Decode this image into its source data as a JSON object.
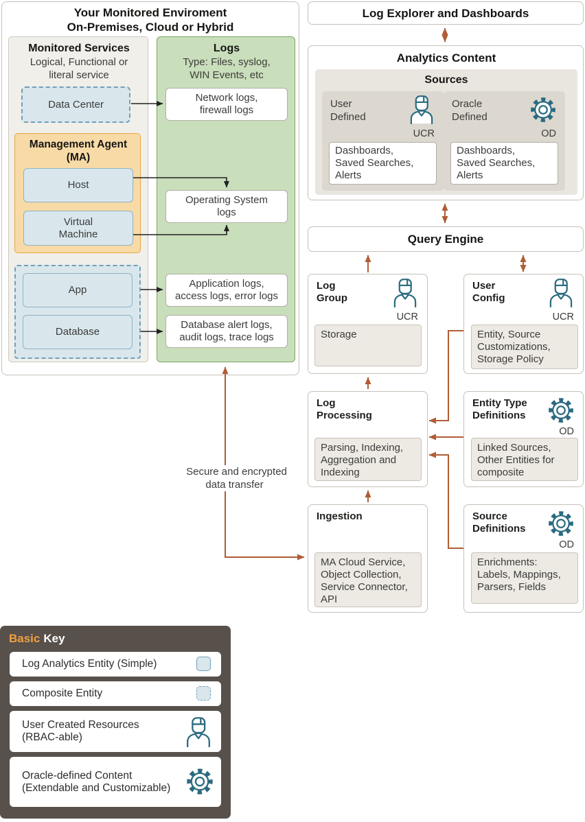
{
  "monitored_env": {
    "title": "Your Monitored Enviroment\nOn-Premises, Cloud or Hybrid",
    "monitored_services": {
      "heading": "Monitored Services",
      "subheading": "Logical, Functional or\nliteral service",
      "data_center_label": "Data Center",
      "management_agent": {
        "heading": "Management Agent\n(MA)",
        "host_label": "Host",
        "vm_label": "Virtual\nMachine"
      },
      "app_label": "App",
      "database_label": "Database"
    },
    "logs": {
      "heading": "Logs",
      "subheading": "Type: Files, syslog,\nWIN Events, etc",
      "network_logs_label": "Network logs,\nfirewall logs",
      "os_logs_label": "Operating System\nlogs",
      "app_logs_label": "Application logs,\naccess logs, error logs",
      "db_logs_label": "Database alert logs,\naudit logs, trace logs"
    }
  },
  "secure_transfer_label": "Secure and encrypted\ndata transfer",
  "log_explorer": {
    "title": "Log Explorer and Dashboards"
  },
  "analytics_content": {
    "title": "Analytics Content",
    "sources": {
      "heading": "Sources",
      "user_defined": {
        "heading": "User\nDefined",
        "badge": "UCR",
        "content": "Dashboards,\nSaved Searches,\nAlerts"
      },
      "oracle_defined": {
        "heading": "Oracle\nDefined",
        "badge": "OD",
        "content": "Dashboards,\nSaved Searches,\nAlerts"
      }
    }
  },
  "query_engine": {
    "title": "Query Engine"
  },
  "log_group": {
    "heading": "Log\nGroup",
    "badge": "UCR",
    "content": "Storage"
  },
  "user_config": {
    "heading": "User\nConfig",
    "badge": "UCR",
    "content": "Entity, Source\nCustomizations,\nStorage Policy"
  },
  "log_processing": {
    "heading": "Log\nProcessing",
    "content": "Parsing, Indexing,\nAggregation and\nIndexing"
  },
  "entity_type_definitions": {
    "heading": "Entity Type\nDefinitions",
    "badge": "OD",
    "content": "Linked Sources,\nOther Entities for\ncomposite"
  },
  "ingestion": {
    "heading": "Ingestion",
    "content": "MA Cloud Service,\nObject Collection,\nService Connector,\nAPI"
  },
  "source_definitions": {
    "heading": "Source\nDefinitions",
    "badge": "OD",
    "content": "Enrichments:\nLabels, Mappings,\nParsers, Fields"
  },
  "basic_key": {
    "heading_accent": "Basic",
    "heading_rest": "Key",
    "rows": [
      {
        "label": "Log Analytics Entity (Simple)"
      },
      {
        "label": "Composite Entity"
      },
      {
        "label": "User Created Resources\n(RBAC-able)"
      },
      {
        "label": "Oracle-defined Content\n(Extendable and Customizable)"
      }
    ]
  },
  "colors": {
    "arrow_rust": "#b05c35",
    "arrow_black": "#222120",
    "icon_teal": "#2a6b80",
    "green_panel": "#c9debb",
    "orange_panel": "#f7daa6",
    "blue_entity": "#d9e7ed",
    "key_background": "#57504b",
    "key_accent": "#f0a040"
  }
}
